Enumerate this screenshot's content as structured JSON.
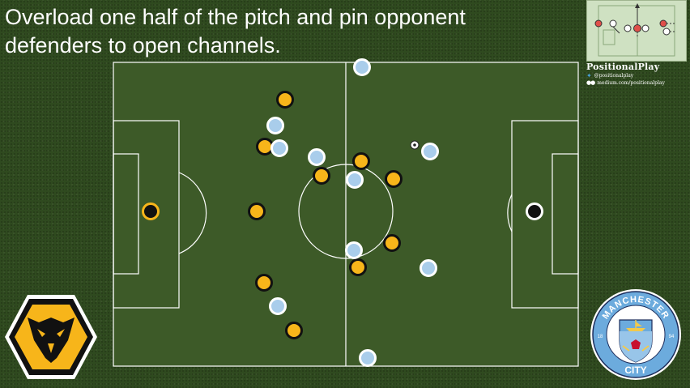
{
  "caption": "Overload one half of the pitch and pin opponent defenders to open channels.",
  "branding": {
    "name": "PositionalPlay",
    "twitter": "@positionalplay",
    "medium": "medium.com/positionalplay"
  },
  "badges": {
    "wolves": "wolf-head-crest",
    "city": {
      "top_text": "MANCHESTER",
      "bottom_text": "CITY",
      "left_year": "18",
      "right_year": "94"
    }
  },
  "colors": {
    "pitch": "#3d5a28",
    "lines": "#ffffff",
    "wolves_player": "#f7b51a",
    "city_player": "#a9cdeb",
    "goalkeeper": "#111111"
  },
  "players": {
    "wolves": [
      {
        "role": "goalkeeper"
      },
      {
        "role": "outfield"
      },
      {
        "role": "outfield"
      },
      {
        "role": "outfield"
      },
      {
        "role": "outfield"
      },
      {
        "role": "outfield"
      },
      {
        "role": "outfield"
      },
      {
        "role": "outfield"
      },
      {
        "role": "outfield"
      },
      {
        "role": "outfield"
      },
      {
        "role": "outfield"
      }
    ],
    "city": [
      {
        "role": "goalkeeper"
      },
      {
        "role": "outfield"
      },
      {
        "role": "outfield"
      },
      {
        "role": "outfield"
      },
      {
        "role": "outfield"
      },
      {
        "role": "outfield"
      },
      {
        "role": "outfield"
      },
      {
        "role": "outfield"
      },
      {
        "role": "outfield"
      },
      {
        "role": "outfield"
      },
      {
        "role": "outfield"
      }
    ]
  },
  "ball": "football-icon"
}
